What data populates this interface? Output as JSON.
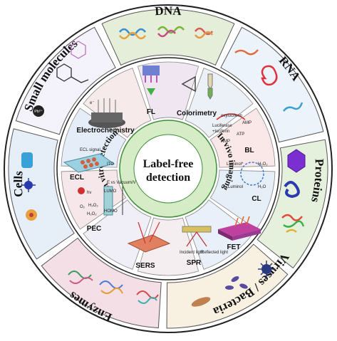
{
  "center": {
    "line1": "Label-free",
    "line2": "detection"
  },
  "modes": {
    "in_vitro": "In vitro detection",
    "in_vivo": "In vivo imaging"
  },
  "analytes": [
    {
      "id": "dna",
      "label": "DNA",
      "color": "#e4eed8"
    },
    {
      "id": "rna",
      "label": "RNA",
      "color": "#ecf3fb"
    },
    {
      "id": "proteins",
      "label": "Proteins",
      "color": "#e6f1dd"
    },
    {
      "id": "viruses",
      "label": "Viruses / Bacteria",
      "color": "#f8f1e2"
    },
    {
      "id": "enzymes",
      "label": "Enzymes",
      "color": "#f5dfe6"
    },
    {
      "id": "cells",
      "label": "Cells",
      "color": "#e6eef8"
    },
    {
      "id": "small",
      "label": "Small molecules",
      "color": "#f4f2fa"
    }
  ],
  "methods": [
    {
      "id": "fl",
      "label": "FL",
      "color": "#efe6f2"
    },
    {
      "id": "colorimetry",
      "label": "Colorimetry",
      "color": "#ecf1f7"
    },
    {
      "id": "bl",
      "label": "BL",
      "color": "#fae8e8"
    },
    {
      "id": "cl",
      "label": "CL",
      "color": "#e6eef8"
    },
    {
      "id": "fet",
      "label": "FET",
      "color": "#e9f0f9"
    },
    {
      "id": "spr",
      "label": "SPR",
      "color": "#f4eef0"
    },
    {
      "id": "sers",
      "label": "SERS",
      "color": "#f0eef6"
    },
    {
      "id": "pec",
      "label": "PEC",
      "color": "#f6e8ea"
    },
    {
      "id": "ecl",
      "label": "ECL",
      "color": "#e5eef8"
    },
    {
      "id": "electrochemistry",
      "label": "Electrochemistry",
      "color": "#f7eaea"
    }
  ],
  "annotations": {
    "bl_oxyluciferin": "oxyluciferin",
    "bl_luciferase": "Luciferase",
    "bl_luciferin": "+luciferin",
    "bl_amp": "AMP",
    "bl_atp": "ATP",
    "bl_amp2": "AMP",
    "cl_luminol_star": "Luminol*",
    "cl_h2o2": "H₂O₂",
    "cl_luminol": "Luminol",
    "cl_h2o": "H₂O",
    "spr_incident": "Incident light",
    "spr_reflected": "Reflected light",
    "pec_axis": "E vs Vacuum/V",
    "pec_hv": "hν",
    "pec_o2": "O₂",
    "pec_h2o2a": "H₂O₂",
    "pec_h2o2b": "H₂O₂",
    "pec_lumo": "LUMO",
    "pec_homo": "HOMO",
    "ecl_signal": "ECL signal",
    "ecl_ito": "ITO",
    "electro_e": "e⁻",
    "small_pb": "Pb²⁺"
  }
}
